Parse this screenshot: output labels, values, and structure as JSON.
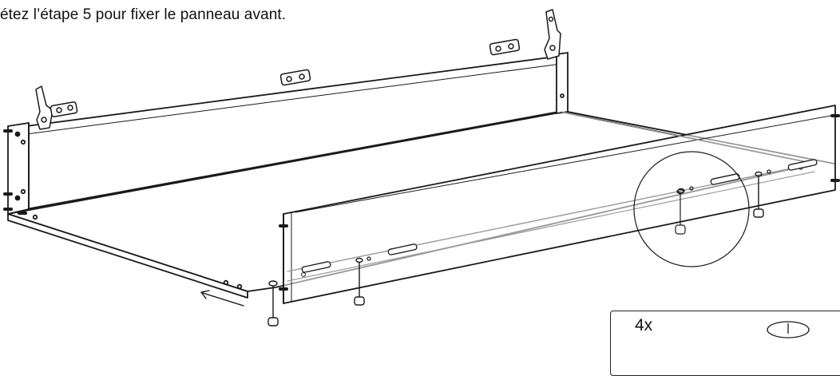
{
  "instruction": {
    "text": "étez l’étape 5 pour fixer le panneau avant."
  },
  "parts_box": {
    "quantity": "4x",
    "part_icon": "cam-lock-icon"
  },
  "arrow": {
    "direction": "left",
    "icon": "arrow-left-icon"
  },
  "colors": {
    "line": "#1a1a1a",
    "ghost_line": "#9a9a9a",
    "background": "#ffffff"
  }
}
